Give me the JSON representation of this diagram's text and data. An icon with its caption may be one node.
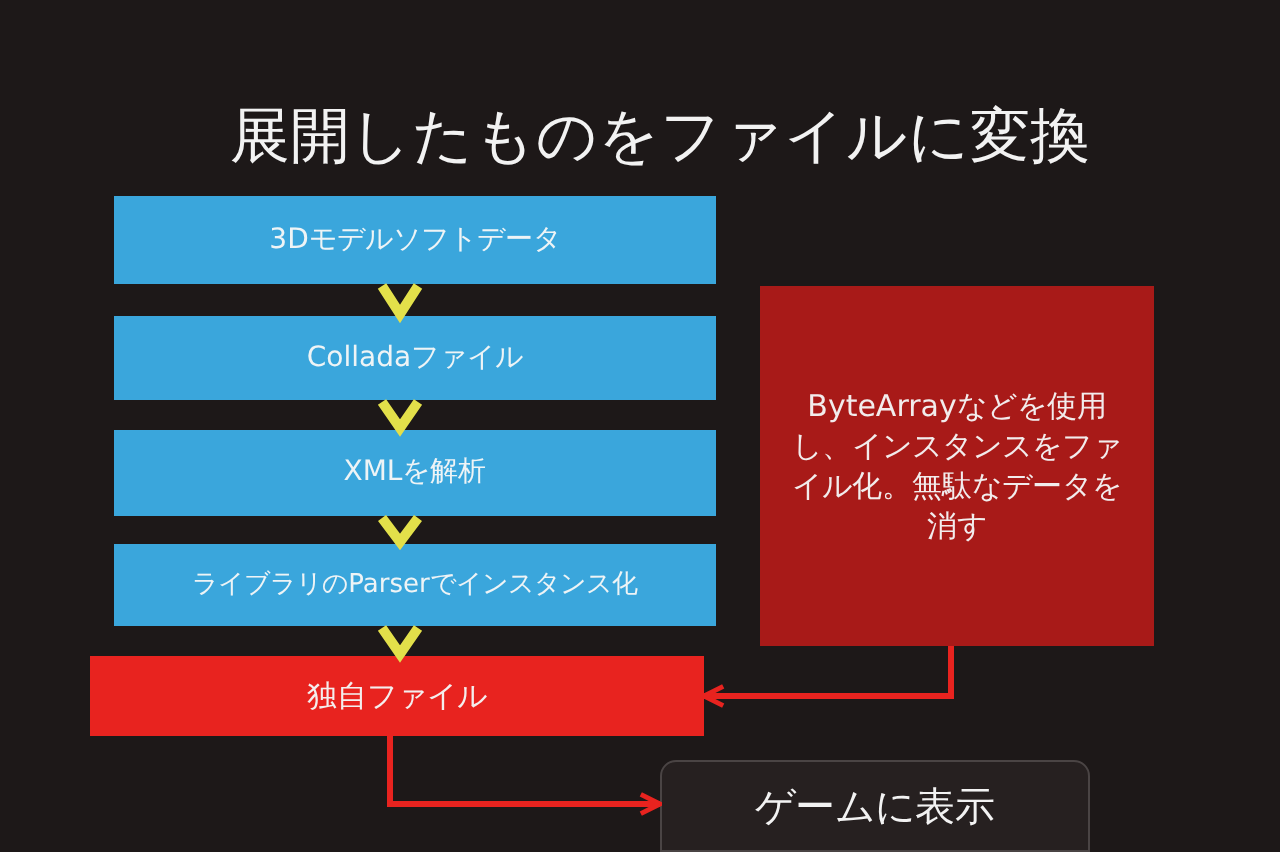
{
  "diagram": {
    "title": "展開したものをファイルに変換",
    "nodes": [
      {
        "text": [
          "3Dモデルソフトデータ"
        ]
      },
      {
        "text": [
          "Colladaファイル"
        ]
      },
      {
        "text": [
          "XMLを解析"
        ]
      },
      {
        "text": [
          "ライブラリのParserでインスタンス化"
        ]
      },
      {
        "text": [
          "独自ファイル"
        ]
      },
      {
        "text": [
          "ByteArrayなどを使用し、インスタンスをファイル化。無駄なデータを消す"
        ]
      },
      {
        "text": [
          "ゲームに表示"
        ]
      }
    ],
    "edges": [
      {
        "from": 0,
        "to": 1,
        "arrow": "to"
      },
      {
        "from": 1,
        "to": 2,
        "arrow": "to"
      },
      {
        "from": 2,
        "to": 3,
        "arrow": "to"
      },
      {
        "from": 3,
        "to": 4,
        "arrow": "to"
      },
      {
        "from": 5,
        "to": 4,
        "arrow": "to",
        "color": "#e8231f"
      },
      {
        "from": 4,
        "to": 6,
        "arrow": "to",
        "color": "#e8231f"
      }
    ]
  }
}
